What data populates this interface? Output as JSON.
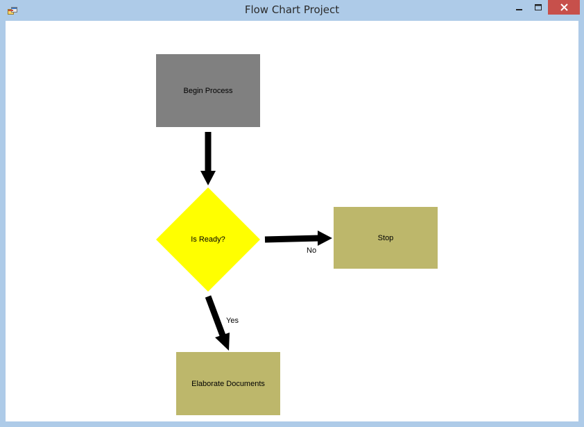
{
  "window": {
    "title": "Flow Chart Project",
    "controls": [
      "minimize-icon",
      "maximize-icon",
      "close-icon"
    ]
  },
  "flowchart": {
    "nodes": [
      {
        "id": "begin",
        "label": "Begin Process",
        "shape": "rectangle",
        "color": "#808080"
      },
      {
        "id": "ready",
        "label": "Is Ready?",
        "shape": "diamond",
        "color": "#ffff00"
      },
      {
        "id": "stop",
        "label": "Stop",
        "shape": "rectangle",
        "color": "#bdb76b"
      },
      {
        "id": "elaborate",
        "label": "Elaborate Documents",
        "shape": "rectangle",
        "color": "#bdb76b"
      }
    ],
    "edges": [
      {
        "from": "begin",
        "to": "ready",
        "label": ""
      },
      {
        "from": "ready",
        "to": "stop",
        "label": "No"
      },
      {
        "from": "ready",
        "to": "elaborate",
        "label": "Yes"
      }
    ]
  },
  "colors": {
    "titlebar": "#aecbe8",
    "close_button": "#c7504b",
    "arrow": "#000000"
  }
}
